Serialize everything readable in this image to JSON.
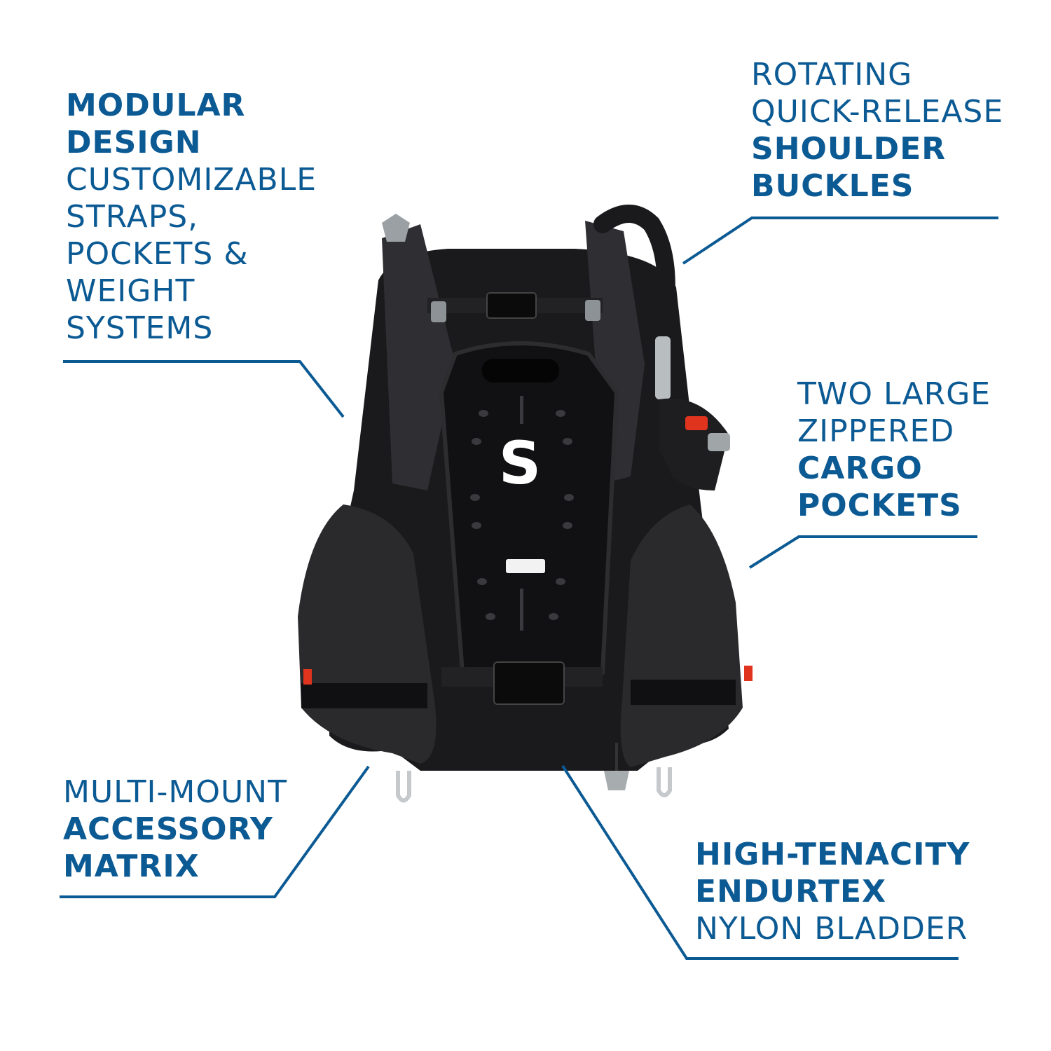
{
  "colors": {
    "callout_text": "#0b5a94",
    "leader_line": "#0b5a94",
    "background": "#ffffff",
    "product_body": "#1c1c1e",
    "product_accent": "#e0341f"
  },
  "product": {
    "brand_logo": "S",
    "icon": "buoyancy-compensator-vest-photo"
  },
  "callouts": {
    "modular": {
      "lines": [
        {
          "text": "MODULAR",
          "weight": "bold"
        },
        {
          "text": "DESIGN",
          "weight": "bold"
        },
        {
          "text": "CUSTOMIZABLE",
          "weight": "normal"
        },
        {
          "text": "STRAPS,",
          "weight": "normal"
        },
        {
          "text": "POCKETS &",
          "weight": "normal"
        },
        {
          "text": "WEIGHT",
          "weight": "normal"
        },
        {
          "text": "SYSTEMS",
          "weight": "normal"
        }
      ]
    },
    "rotating": {
      "lines": [
        {
          "text": "ROTATING",
          "weight": "normal"
        },
        {
          "text": "QUICK-RELEASE",
          "weight": "normal"
        },
        {
          "text": "SHOULDER",
          "weight": "bold"
        },
        {
          "text": "BUCKLES",
          "weight": "bold"
        }
      ]
    },
    "cargo": {
      "lines": [
        {
          "text": "TWO LARGE",
          "weight": "normal"
        },
        {
          "text": "ZIPPERED",
          "weight": "normal"
        },
        {
          "text": "CARGO",
          "weight": "bold"
        },
        {
          "text": "POCKETS",
          "weight": "bold"
        }
      ]
    },
    "matrix": {
      "lines": [
        {
          "text": "MULTI-MOUNT",
          "weight": "normal"
        },
        {
          "text": "ACCESSORY",
          "weight": "bold"
        },
        {
          "text": "MATRIX",
          "weight": "bold"
        }
      ]
    },
    "bladder": {
      "lines": [
        {
          "text": "HIGH-TENACITY",
          "weight": "bold"
        },
        {
          "text": "ENDURTEX",
          "weight": "bold"
        },
        {
          "text": "NYLON BLADDER",
          "weight": "normal"
        }
      ]
    }
  }
}
